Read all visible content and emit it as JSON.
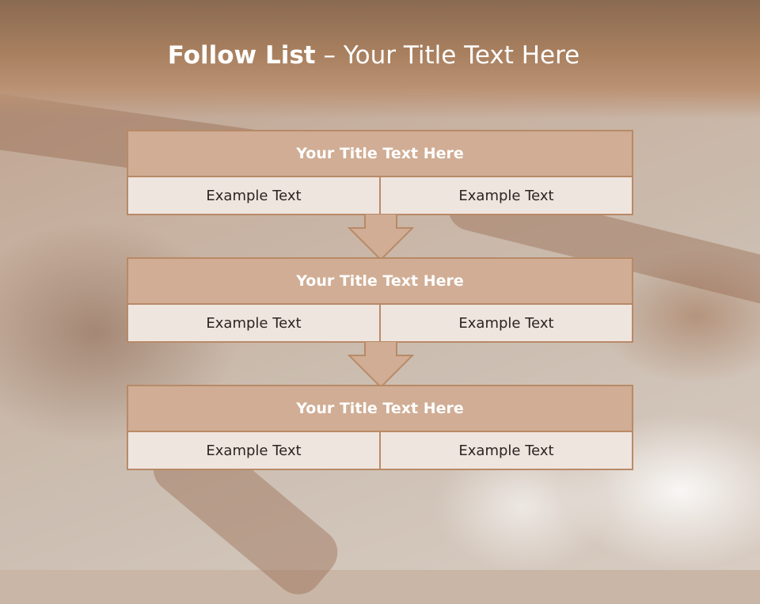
{
  "slide": {
    "title_bold": "Follow List",
    "title_rest": " – Your Title Text Here"
  },
  "blocks": [
    {
      "title": "Your Title Text Here",
      "left": "Example Text",
      "right": "Example Text"
    },
    {
      "title": "Your Title Text Here",
      "left": "Example Text",
      "right": "Example Text"
    },
    {
      "title": "Your Title Text Here",
      "left": "Example Text",
      "right": "Example Text"
    }
  ],
  "colors": {
    "header": "#a8805f",
    "block_title": "#d0ad94",
    "block_border": "#b88a67",
    "cell": "#efe5df"
  }
}
